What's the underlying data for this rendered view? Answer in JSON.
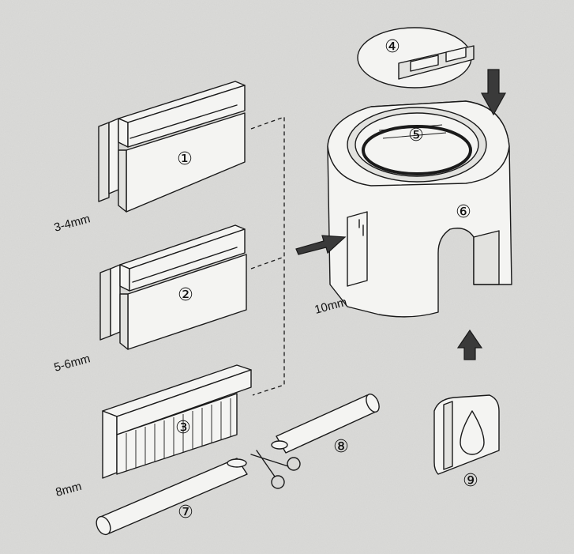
{
  "parts": {
    "p1": "①",
    "p2": "②",
    "p3": "③",
    "p4": "④",
    "p5": "⑤",
    "p6": "⑥",
    "p7": "⑦",
    "p8": "⑧",
    "p9": "⑨"
  },
  "dimensions": {
    "d1": "3-4mm",
    "d2": "5-6mm",
    "d3": "8mm",
    "d4": "10mm"
  },
  "icons": {
    "scissors": "scissors-icon",
    "water_drop": "water-drop-icon",
    "arrow": "arrow-icon"
  },
  "colors": {
    "background": "#dcdcda",
    "line": "#1a1a1a",
    "part_fill": "#f4f4f2"
  }
}
